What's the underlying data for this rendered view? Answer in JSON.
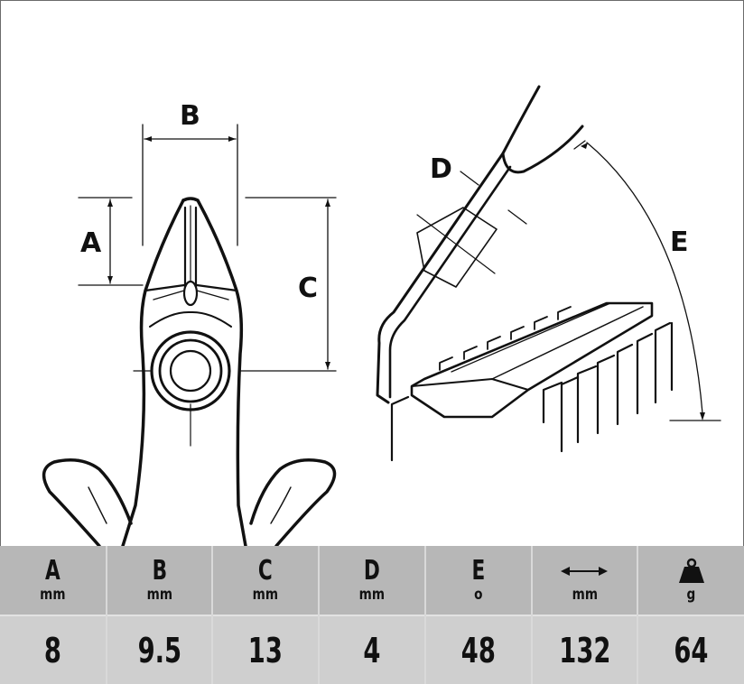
{
  "diagram": {
    "labels": {
      "a": "A",
      "b": "B",
      "c": "C",
      "d": "D",
      "e": "E"
    }
  },
  "table": {
    "columns": [
      {
        "letter": "A",
        "unit": "mm",
        "value": "8",
        "icon": ""
      },
      {
        "letter": "B",
        "unit": "mm",
        "value": "9.5",
        "icon": ""
      },
      {
        "letter": "C",
        "unit": "mm",
        "value": "13",
        "icon": ""
      },
      {
        "letter": "D",
        "unit": "mm",
        "value": "4",
        "icon": ""
      },
      {
        "letter": "E",
        "unit": "o",
        "value": "48",
        "icon": ""
      },
      {
        "letter": "",
        "unit": "mm",
        "value": "132",
        "icon": "length-arrow-icon"
      },
      {
        "letter": "",
        "unit": "g",
        "value": "64",
        "icon": "weight-icon"
      }
    ]
  }
}
